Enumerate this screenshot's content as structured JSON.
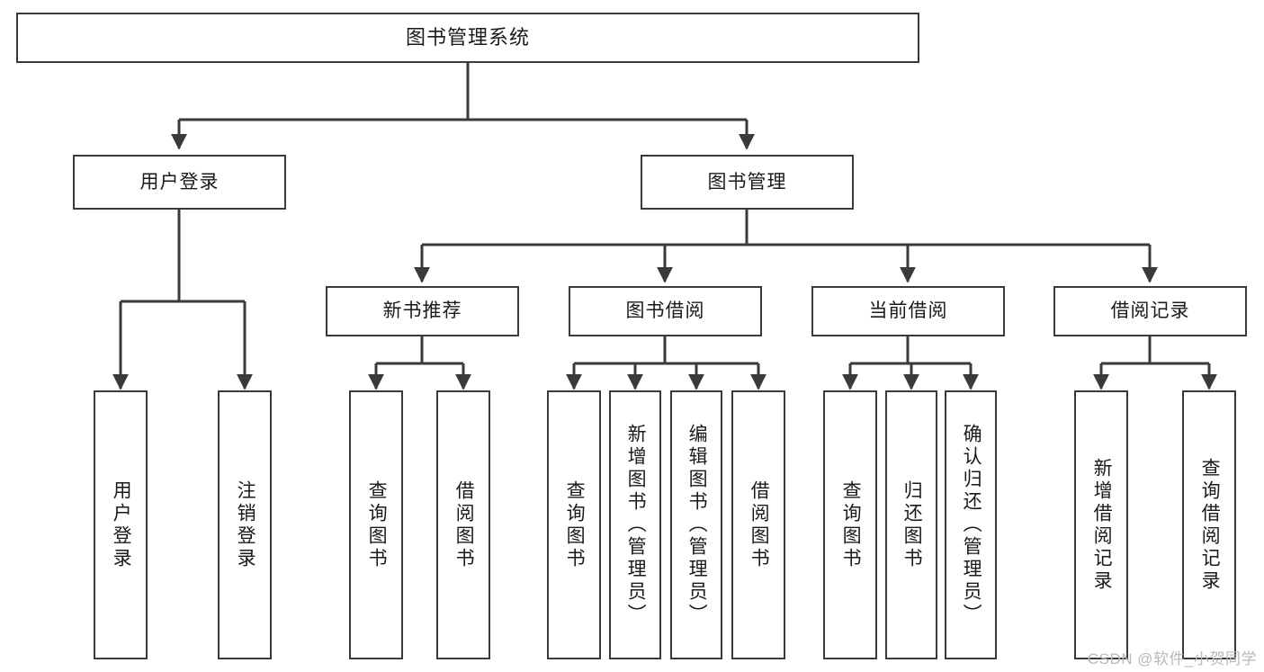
{
  "diagram": {
    "title": "图书管理系统",
    "type": "tree-hierarchy",
    "watermark": "CSDN @软件_小贺同学",
    "colors": {
      "box_border": "#3a3a3a",
      "box_fill": "#ffffff",
      "connector": "#3a3a3a",
      "text": "#1a1a1a",
      "watermark": "#b9b9b9",
      "background": "#ffffff"
    },
    "root": {
      "label": "图书管理系统"
    },
    "level2": [
      {
        "id": "user-login",
        "label": "用户登录"
      },
      {
        "id": "book-manage",
        "label": "图书管理"
      }
    ],
    "level3": [
      {
        "id": "new-book-recommend",
        "label": "新书推荐",
        "parent": "book-manage"
      },
      {
        "id": "book-borrow",
        "label": "图书借阅",
        "parent": "book-manage"
      },
      {
        "id": "current-borrow",
        "label": "当前借阅",
        "parent": "book-manage"
      },
      {
        "id": "borrow-record",
        "label": "借阅记录",
        "parent": "book-manage"
      }
    ],
    "leaves": [
      {
        "id": "leaf-user-login",
        "label": "用户登录",
        "parent": "user-login"
      },
      {
        "id": "leaf-user-logout",
        "label": "注销登录",
        "parent": "user-login"
      },
      {
        "id": "leaf-query-book-1",
        "label": "查询图书",
        "parent": "new-book-recommend"
      },
      {
        "id": "leaf-borrow-book-1",
        "label": "借阅图书",
        "parent": "new-book-recommend"
      },
      {
        "id": "leaf-query-book-2",
        "label": "查询图书",
        "parent": "book-borrow"
      },
      {
        "id": "leaf-add-book",
        "label": "新增图书（管理员）",
        "parent": "book-borrow"
      },
      {
        "id": "leaf-edit-book",
        "label": "编辑图书（管理员）",
        "parent": "book-borrow"
      },
      {
        "id": "leaf-borrow-book-2",
        "label": "借阅图书",
        "parent": "book-borrow"
      },
      {
        "id": "leaf-query-book-3",
        "label": "查询图书",
        "parent": "current-borrow"
      },
      {
        "id": "leaf-return-book",
        "label": "归还图书",
        "parent": "current-borrow"
      },
      {
        "id": "leaf-confirm-return",
        "label": "确认归还（管理员）",
        "parent": "current-borrow"
      },
      {
        "id": "leaf-add-record",
        "label": "新增借阅记录",
        "parent": "borrow-record"
      },
      {
        "id": "leaf-query-record",
        "label": "查询借阅记录",
        "parent": "borrow-record"
      }
    ]
  }
}
